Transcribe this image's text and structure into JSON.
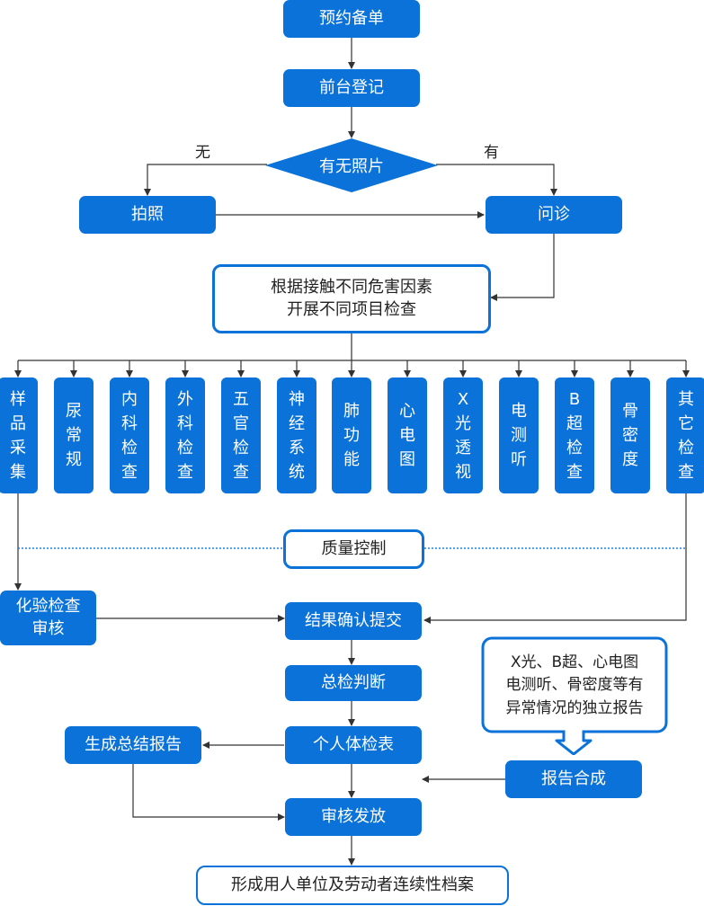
{
  "nodes": {
    "appointment": "预约备单",
    "front_desk": "前台登记",
    "photo_decision": "有无照片",
    "no_label": "无",
    "yes_label": "有",
    "take_photo": "拍照",
    "consultation": "问诊",
    "plan_line1": "根据接触不同危害因素",
    "plan_line2": "开展不同项目检查",
    "quality_control": "质量控制",
    "lab_review": "化验检查审核",
    "result_confirm": "结果确认提交",
    "general_judgment": "总检判断",
    "personal_form": "个人体检表",
    "summary_report": "生成总结报告",
    "report_synthesis": "报告合成",
    "review_issue": "审核发放",
    "archive": "形成用人单位及劳动者连续性档案"
  },
  "callout": {
    "line1": "X光、B超、心电图",
    "line2": "电测听、骨密度等有",
    "line3": "异常情况的独立报告"
  },
  "exam_items": [
    "样品采集",
    "尿常规",
    "内科检查",
    "外科检查",
    "五官检查",
    "神经系统",
    "肺功能",
    "心电图",
    "X光透视",
    "电测听",
    "B超检查",
    "骨密度",
    "其它检查"
  ],
  "colors": {
    "primary": "#0a72d8",
    "line": "#333333",
    "dotted": "#1a7fe0"
  }
}
